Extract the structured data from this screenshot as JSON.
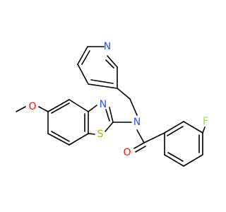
{
  "molecule": {
    "atoms": {
      "oxygen_methoxy": {
        "symbol": "O",
        "color": "#ff0d0d"
      },
      "sulfur": {
        "symbol": "S",
        "color": "#c8a800"
      },
      "nitrogen_thiazole": {
        "symbol": "N",
        "color": "#3050f8"
      },
      "nitrogen_amide": {
        "symbol": "N",
        "color": "#3050f8"
      },
      "nitrogen_pyridine": {
        "symbol": "N",
        "color": "#3050f8"
      },
      "oxygen_carbonyl": {
        "symbol": "O",
        "color": "#ff0d0d"
      },
      "fluorine": {
        "symbol": "F",
        "color": "#90e050"
      }
    },
    "bond_color": "#000000"
  }
}
